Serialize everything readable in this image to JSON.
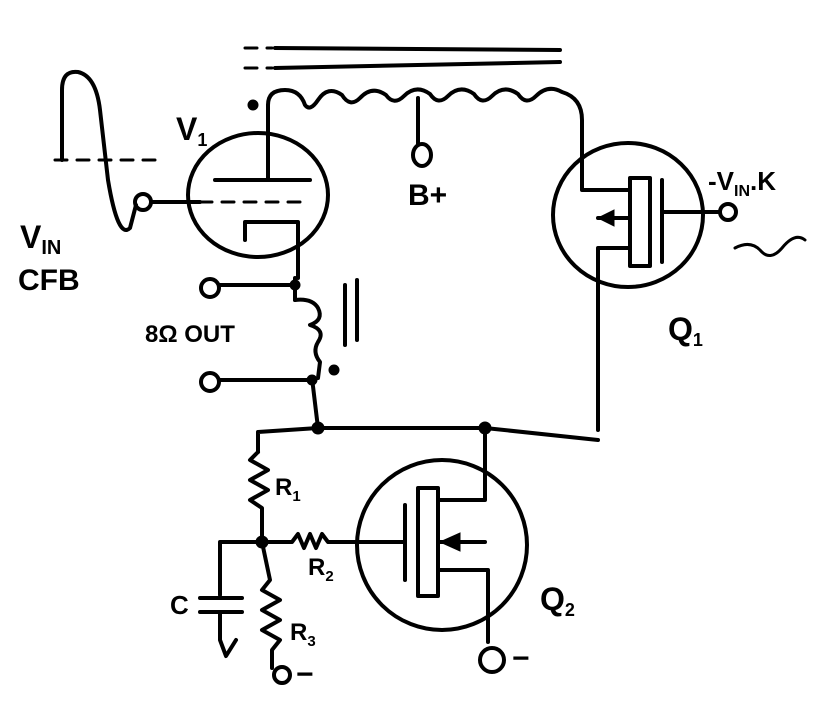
{
  "labels": {
    "v1": "V",
    "v1_sub": "1",
    "vin": "V",
    "vin_sub": "IN",
    "cfb": "CFB",
    "b_plus": "B+",
    "q1": "Q",
    "q1_sub": "1",
    "q2": "Q",
    "q2_sub": "2",
    "neg_vin_k": "-V",
    "neg_vin_k_sub": "IN",
    "neg_vin_k_suffix": ".K",
    "out_label": "8Ω OUT",
    "r1": "R",
    "r1_sub": "1",
    "r2": "R",
    "r2_sub": "2",
    "r3": "R",
    "r3_sub": "3",
    "c": "C",
    "minus_q2": "−",
    "minus_r3": "−"
  }
}
